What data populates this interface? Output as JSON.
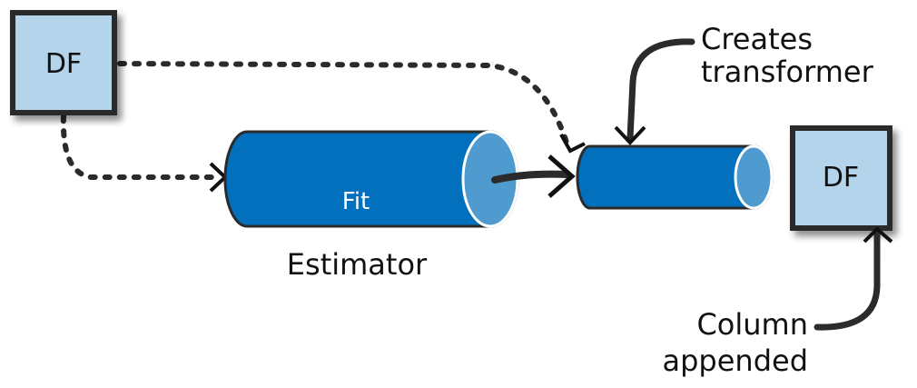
{
  "diagram": {
    "nodes": {
      "df_input": {
        "label": "DF"
      },
      "estimator": {
        "inner_label": "Fit",
        "caption": "Estimator"
      },
      "transformer": {
        "inner_label": ""
      },
      "df_output": {
        "label": "DF"
      }
    },
    "annotations": {
      "creates_transformer": {
        "line1": "Creates",
        "line2": "transformer"
      },
      "column_appended": {
        "line1": "Column",
        "line2": "appended"
      }
    },
    "edges": [
      {
        "from": "df_input",
        "to": "estimator",
        "style": "dotted"
      },
      {
        "from": "df_input",
        "to": "transformer",
        "style": "dotted"
      },
      {
        "from": "estimator",
        "to": "transformer",
        "style": "solid"
      }
    ],
    "colors": {
      "box_fill": "#b3d4ea",
      "box_stroke": "#2b2b2b",
      "cylinder_body": "#0270bd",
      "cylinder_end": "#4f9bd0",
      "ink": "#2b2b2b"
    }
  }
}
